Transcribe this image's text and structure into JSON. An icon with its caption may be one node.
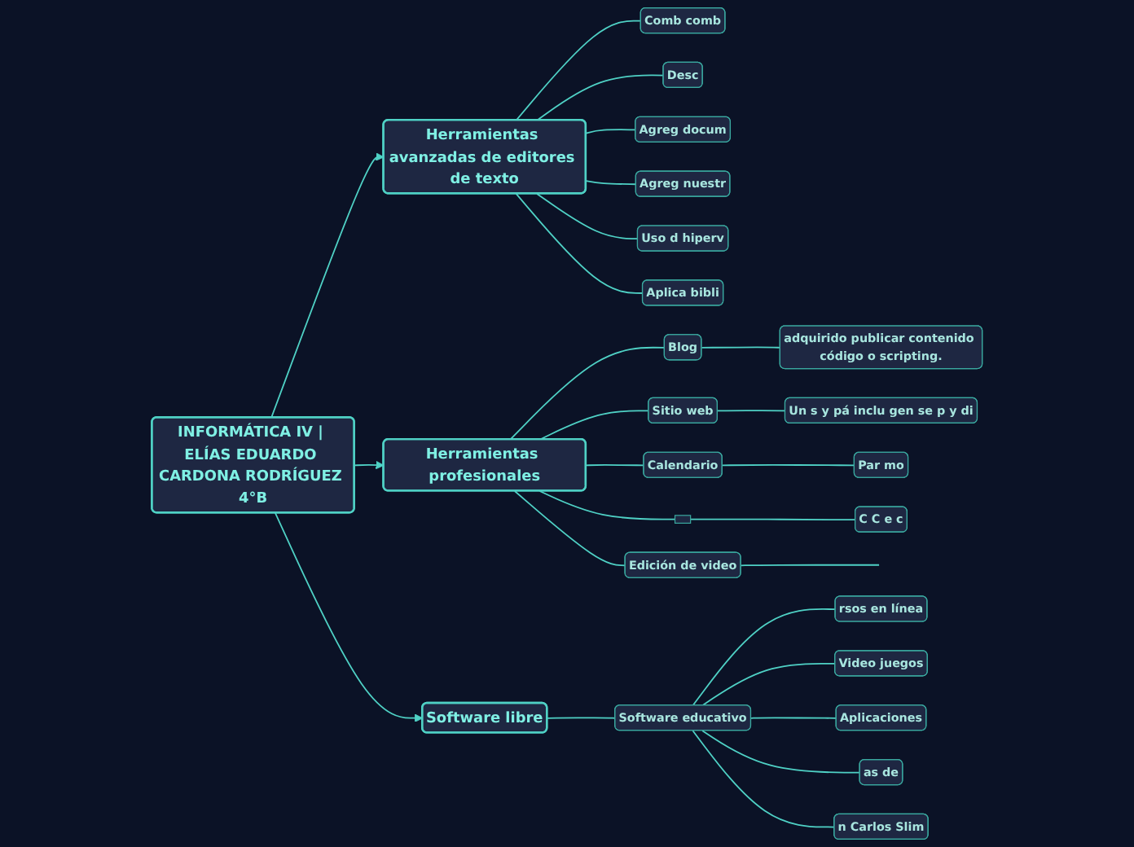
{
  "diagram": {
    "nodes": [
      {
        "text": [
          "INFORMÁTICA IV | ELÍAS EDUARDO CARDONA RODRÍGUEZ 4°B"
        ]
      },
      {
        "text": [
          "Herramientas avanzadas de editores de texto"
        ]
      },
      {
        "text": [
          "Comb comb"
        ]
      },
      {
        "text": [
          "Desc"
        ]
      },
      {
        "text": [
          "Agreg docum"
        ]
      },
      {
        "text": [
          "Agreg nuestr"
        ]
      },
      {
        "text": [
          "Uso d hiperv"
        ]
      },
      {
        "text": [
          "Aplica bibli"
        ]
      },
      {
        "text": [
          "Herramientas profesionales"
        ]
      },
      {
        "text": [
          "Blog"
        ]
      },
      {
        "text": [
          "adquirido publicar contenido código o scripting."
        ]
      },
      {
        "text": [
          "Sitio web"
        ]
      },
      {
        "text": [
          "Un s y pá inclu gen se p y di"
        ]
      },
      {
        "text": [
          "Calendario"
        ]
      },
      {
        "text": [
          "Par mo"
        ]
      },
      {
        "text": [],
        "shape": "box"
      },
      {
        "text": [
          "C C e c"
        ]
      },
      {
        "text": [
          "Edición de video"
        ]
      },
      {
        "text": [
          "Software libre"
        ]
      },
      {
        "text": [
          "Software educativo"
        ]
      },
      {
        "text": [
          "rsos en línea"
        ]
      },
      {
        "text": [
          "Video juegos"
        ]
      },
      {
        "text": [
          "Aplicaciones"
        ]
      },
      {
        "text": [
          "as de"
        ]
      },
      {
        "text": [
          "n Carlos Slim"
        ]
      }
    ],
    "edges": [
      {
        "from": 0,
        "to": 1,
        "arrow": "to"
      },
      {
        "from": 1,
        "to": 2,
        "arrow": "none"
      },
      {
        "from": 1,
        "to": 3,
        "arrow": "none"
      },
      {
        "from": 1,
        "to": 4,
        "arrow": "none"
      },
      {
        "from": 1,
        "to": 5,
        "arrow": "none"
      },
      {
        "from": 1,
        "to": 6,
        "arrow": "none"
      },
      {
        "from": 1,
        "to": 7,
        "arrow": "none"
      },
      {
        "from": 0,
        "to": 8,
        "arrow": "to"
      },
      {
        "from": 8,
        "to": 9,
        "arrow": "none"
      },
      {
        "from": 9,
        "to": 10,
        "arrow": "none"
      },
      {
        "from": 8,
        "to": 11,
        "arrow": "none"
      },
      {
        "from": 11,
        "to": 12,
        "arrow": "none"
      },
      {
        "from": 8,
        "to": 13,
        "arrow": "none"
      },
      {
        "from": 13,
        "to": 14,
        "arrow": "none"
      },
      {
        "from": 8,
        "to": 15,
        "arrow": "none"
      },
      {
        "from": 15,
        "to": 16,
        "arrow": "none"
      },
      {
        "from": 8,
        "to": 17,
        "arrow": "none"
      },
      {
        "from": 17,
        "to": null,
        "arrow": "none"
      },
      {
        "from": 0,
        "to": 18,
        "arrow": "to"
      },
      {
        "from": 18,
        "to": 19,
        "arrow": "none"
      },
      {
        "from": 19,
        "to": 20,
        "arrow": "none"
      },
      {
        "from": 19,
        "to": 21,
        "arrow": "none"
      },
      {
        "from": 19,
        "to": 22,
        "arrow": "none"
      },
      {
        "from": 19,
        "to": 23,
        "arrow": "none"
      },
      {
        "from": 19,
        "to": 24,
        "arrow": "none"
      }
    ]
  }
}
